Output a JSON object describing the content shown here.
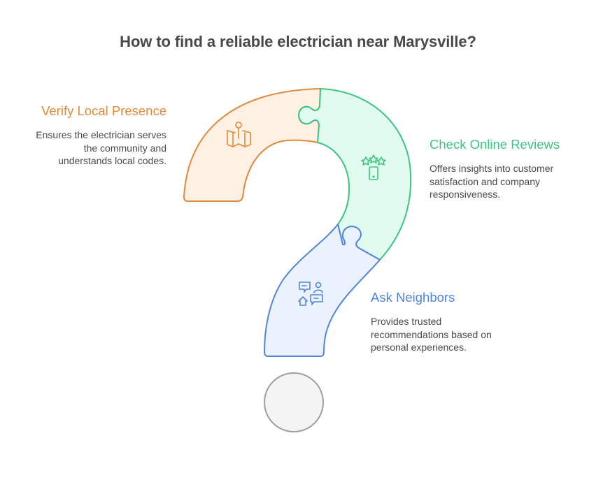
{
  "title": "How to find a reliable electrician near Marysville?",
  "colors": {
    "orange": "#E08A3C",
    "orange_fill": "#FEF0E3",
    "green": "#3CC483",
    "green_fill": "#E1FCEF",
    "blue": "#4F86DB",
    "blue_fill": "#EBF2FE",
    "gray": "#9E9E9E",
    "gray_fill": "#F4F4F4",
    "title_text": "#484848",
    "body_text": "#4A4A4A"
  },
  "items": [
    {
      "heading": "Verify Local Presence",
      "description_lines": [
        "Ensures the electrician serves",
        "the community and",
        "understands local codes."
      ],
      "icon": "map-pin-icon",
      "color": "orange"
    },
    {
      "heading": "Check Online Reviews",
      "description_lines": [
        "Offers insights into customer",
        "satisfaction and company",
        "responsiveness."
      ],
      "icon": "star-rating-phone-icon",
      "color": "green"
    },
    {
      "heading": "Ask Neighbors",
      "description_lines": [
        "Provides trusted",
        "recommendations based on",
        "personal experiences."
      ],
      "icon": "neighbors-chat-icon",
      "color": "blue"
    }
  ]
}
